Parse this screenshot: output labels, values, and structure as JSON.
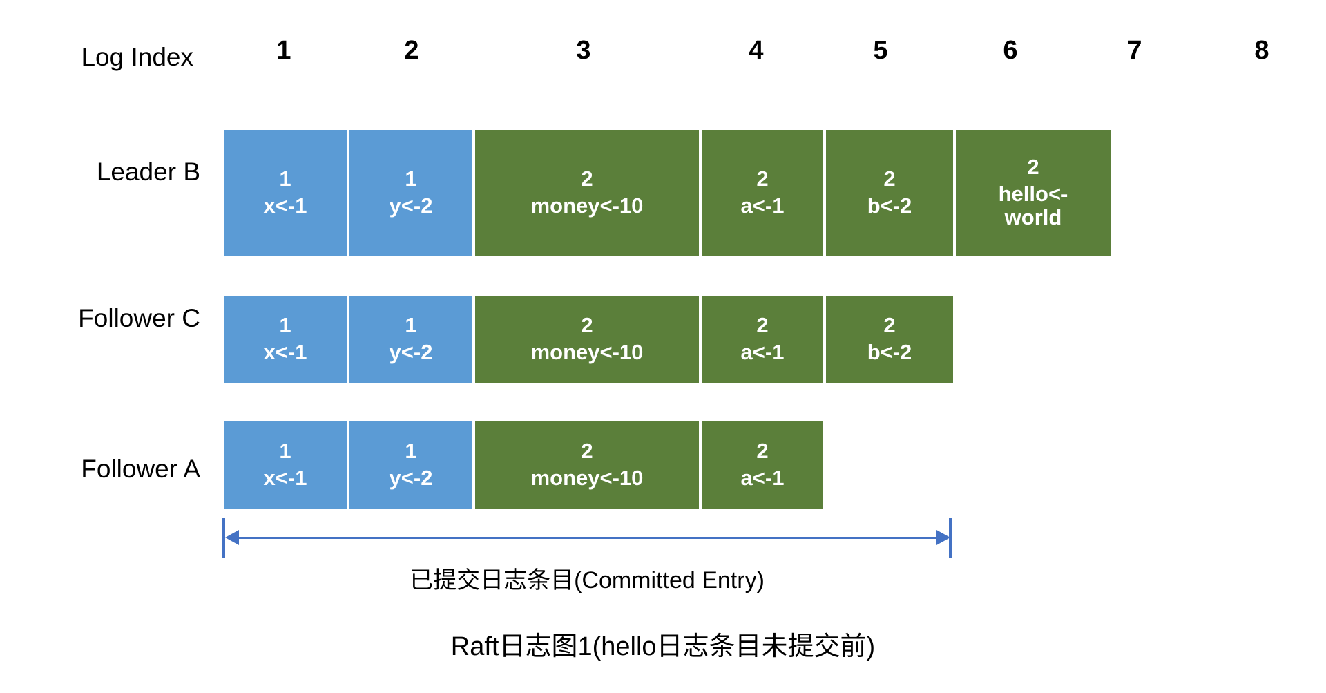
{
  "header": {
    "row_label": "Log Index",
    "indices": [
      "1",
      "2",
      "3",
      "4",
      "5",
      "6",
      "7",
      "8"
    ]
  },
  "colors": {
    "term1": "#5B9BD5",
    "term2": "#5B7F3A",
    "arrow": "#4472C4",
    "text": "#000000",
    "cell_text": "#FFFFFF",
    "background": "#FFFFFF"
  },
  "rows": [
    {
      "label": "Leader B",
      "entries": [
        {
          "term": "1",
          "command": "x<-1"
        },
        {
          "term": "1",
          "command": "y<-2"
        },
        {
          "term": "2",
          "command": "money<-10"
        },
        {
          "term": "2",
          "command": "a<-1"
        },
        {
          "term": "2",
          "command": "b<-2"
        },
        {
          "term": "2",
          "command": "hello<-world"
        }
      ]
    },
    {
      "label": "Follower C",
      "entries": [
        {
          "term": "1",
          "command": "x<-1"
        },
        {
          "term": "1",
          "command": "y<-2"
        },
        {
          "term": "2",
          "command": "money<-10"
        },
        {
          "term": "2",
          "command": "a<-1"
        },
        {
          "term": "2",
          "command": "b<-2"
        }
      ]
    },
    {
      "label": "Follower A",
      "entries": [
        {
          "term": "1",
          "command": "x<-1"
        },
        {
          "term": "1",
          "command": "y<-2"
        },
        {
          "term": "2",
          "command": "money<-10"
        },
        {
          "term": "2",
          "command": "a<-1"
        }
      ]
    }
  ],
  "committed": {
    "caption": "已提交日志条目(Committed Entry)"
  },
  "figure": {
    "title": "Raft日志图1(hello日志条目未提交前)"
  }
}
